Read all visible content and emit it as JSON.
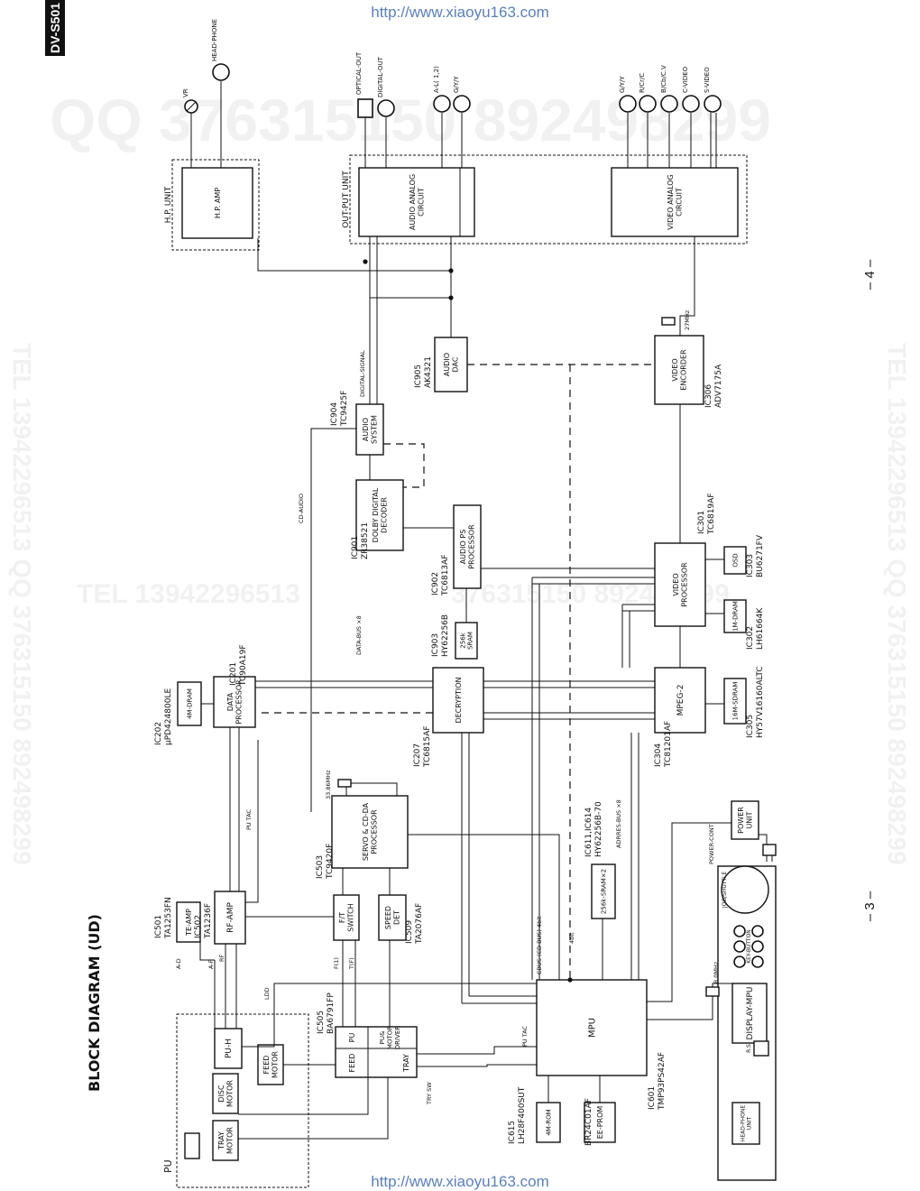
{
  "header": {
    "url_top": "http://www.xiaoyu163.com",
    "url_bottom": "http://www.xiaoyu163.com",
    "model_tag": "DV-S501"
  },
  "watermarks": {
    "qq_big": "QQ 376315150  892498299",
    "tel_mid": "TEL  13942296513",
    "qq_mid": "376315150  892498299",
    "side_left": "TEL 13942296513 QQ 376315150 892498299",
    "side_right": "TEL 13942296513 QQ 376315150 892498299"
  },
  "title": "BLOCK DIAGRAM (UD)",
  "page_numbers": {
    "left": "– 3 –",
    "right": "– 4 –"
  },
  "blocks": {
    "pu": "PU",
    "pu_h": "PU-H",
    "feed_motor": [
      "FEED",
      "MOTOR"
    ],
    "disc_motor": [
      "DISC",
      "MOTOR"
    ],
    "tray_motor": [
      "TRAY",
      "MOTOR"
    ],
    "rf_amp": "RF-AMP",
    "te_amp": "TE-AMP",
    "ft_switch": [
      "F/T",
      "SWITCH"
    ],
    "speed_det": [
      "SPEED",
      "DET"
    ],
    "servo": [
      "SERVO & CD-DA",
      "PROCESSOR"
    ],
    "data_proc": [
      "DATA",
      "PROCESSOR"
    ],
    "dram4m": "4M-DRAM",
    "decryption": "DECRYPTION",
    "mpeg2": "MPEG-2",
    "sdram16m": "16M-SDRAM",
    "video_proc": [
      "VIDEO",
      "PROCESSOR"
    ],
    "dram1m": "1M-DRAM",
    "osd": "OSD",
    "sram256k": [
      "256k",
      "SRAM"
    ],
    "audio_ps": [
      "AUDIO PS",
      "PROCESSOR"
    ],
    "dolby": [
      "DOLBY DIGITAL",
      "DECODER"
    ],
    "audio_system": [
      "AUDIO",
      "SYSTEM"
    ],
    "audio_dac": [
      "AUDIO",
      "DAC"
    ],
    "video_enc": [
      "VIDEO",
      "ENCORDER"
    ],
    "mpu": "MPU",
    "rom4m": "4M-ROM",
    "eeprom": "EE-PROM",
    "sram256kx2": "256k-SRAM×2",
    "power_unit": [
      "POWER",
      "UNIT"
    ],
    "hp_amp": "H.P. AMP",
    "audio_analog": [
      "AUDIO ANALOG",
      "CIRCUIT"
    ],
    "video_analog": [
      "VIDEO ANALOG",
      "CIRCUIT"
    ],
    "driver_pu": "PU",
    "driver_feed": "FEED",
    "driver_tray": "TRAY",
    "driver_motor": [
      "PU&",
      "MOTOR",
      "DRIVER"
    ],
    "display_mpu": "DISPLAY-MPU",
    "headphone_unit": [
      "HEAD-PHONE",
      "UNIT"
    ],
    "rs": "R.S",
    "key_button": "KEY-BUTTON",
    "jog_shuttle": "JOG/SHUTTLE"
  },
  "ic_labels": {
    "ic501": [
      "IC501",
      "TA1253FN"
    ],
    "ic502": [
      "IC502",
      "TA1236F"
    ],
    "ic503": [
      "IC503",
      "TC9420F"
    ],
    "ic505": [
      "IC505",
      "BA6791FP"
    ],
    "ic509": [
      "IC509",
      "TA2076AF"
    ],
    "ic202": [
      "IC202",
      "μPD424800LE"
    ],
    "ic201": [
      "IC201",
      "TC90A19F"
    ],
    "ic207": [
      "IC207",
      "TC6815AF"
    ],
    "ic304": [
      "IC304",
      "TC81201AF"
    ],
    "ic305": [
      "IC305",
      "HY57V16160ALTC"
    ],
    "ic302": [
      "IC302",
      "LH61664K"
    ],
    "ic303": [
      "IC303",
      "BU6271FV"
    ],
    "ic301": [
      "IC301",
      "TC6819AF"
    ],
    "ic903": [
      "IC903",
      "HY62256B"
    ],
    "ic902": [
      "IC902",
      "TC6813AF"
    ],
    "ic901": [
      "IC901",
      "ZR38521"
    ],
    "ic904": [
      "IC904",
      "TC9425F"
    ],
    "ic905": [
      "IC905",
      "AK4321"
    ],
    "ic306": [
      "IC306",
      "ADV7175A"
    ],
    "ic601": [
      "IC601",
      "TMP93PS42AF"
    ],
    "ic615": [
      "IC615",
      "LH28F400SUT"
    ],
    "br24": "BR24C01AF",
    "ic611": [
      "IC611,IC614",
      "HY62256B-70"
    ]
  },
  "units": {
    "hp_unit": "H.P. UNIT",
    "output_unit": "OUT-PUT UNIT"
  },
  "signals": {
    "ad": "A-D",
    "af": "A-F",
    "rf": "RF",
    "ldd": "LDD",
    "pu_tac_left": "PU TAC",
    "pu_tac_mid": "PU TAC",
    "f1": "F(1)",
    "tf": "T(F)",
    "try_sw": "TRY SW",
    "cbus": "CBUS (CD BUS) 4bit",
    "bit4": "4bit",
    "addres_bus": "ADRRES-BUS ×8",
    "data_bus": "DATA-BUS ×8",
    "cd_audio": "CD-AUDIO",
    "digital_signal": "DIGITAL-SIGNAL",
    "xtal_servo": "33.86MHz",
    "xtal_video": "27MHz",
    "xtal_display": "8.0MHz",
    "power_cont": "POWER-CONT"
  },
  "outputs": {
    "head_phone": "HEAD-PHONE",
    "vr": "VR",
    "optical_out": "OPTICAL-OUT",
    "digital_out": "DIGITAL-OUT",
    "audio_lr": "A-L( 1,2)",
    "audio_gyy": "G/Y/Y",
    "video_gyy": "G/Y/Y",
    "video_rcc": "R/Cr/C",
    "video_bcb": "B/Cb/C.V",
    "c_video": "C-VIDEO",
    "s_video": "S-VIDEO"
  }
}
